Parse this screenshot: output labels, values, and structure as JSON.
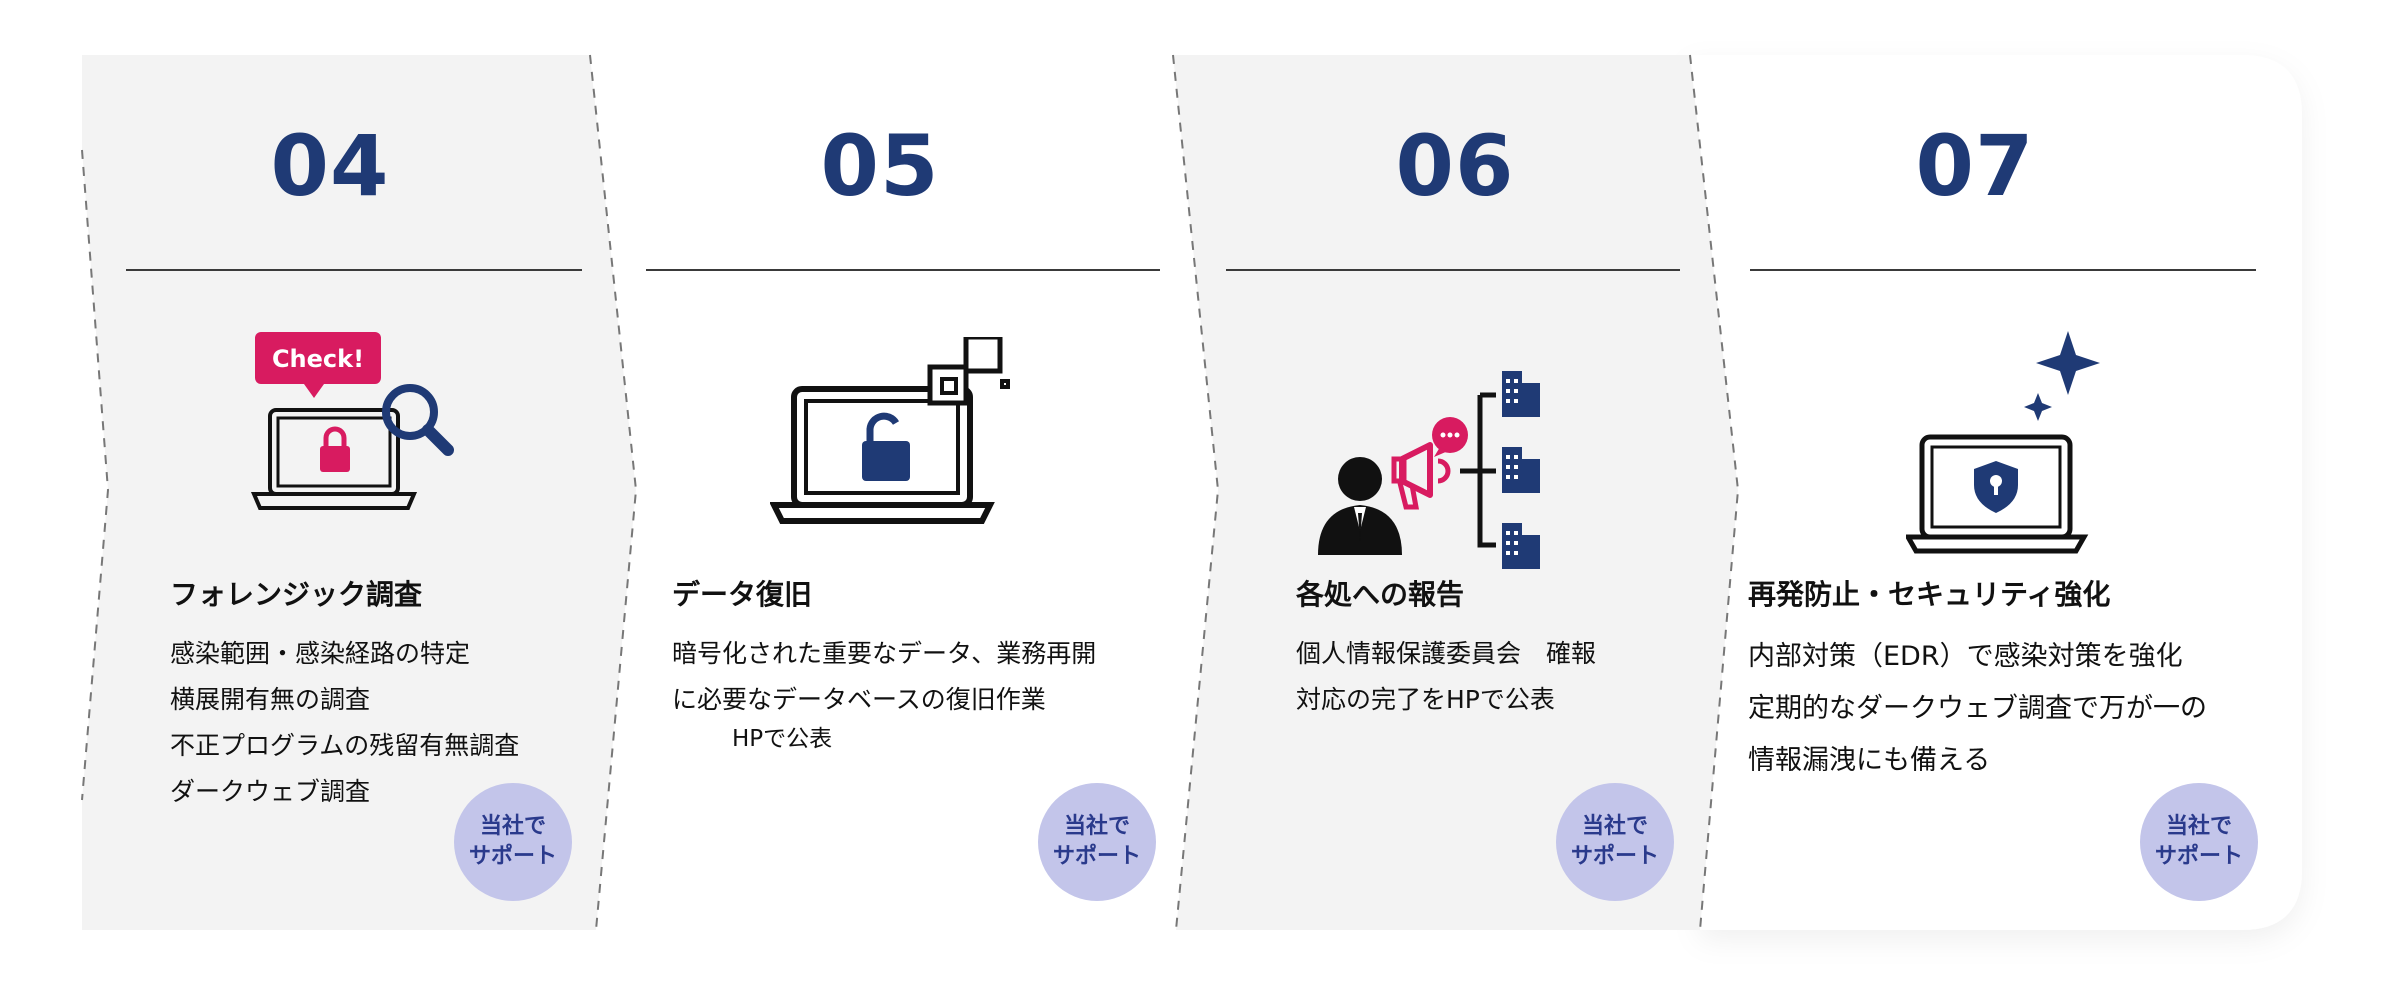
{
  "steps": [
    {
      "number": "04",
      "title": "フォレンジック調査",
      "lines": [
        "感染範囲・感染経路の特定",
        "横展開有無の調査",
        "不正プログラムの残留有無調査",
        "ダークウェブ調査"
      ],
      "badge": [
        "当社で",
        "サポート"
      ],
      "icon": "laptop-lock-check-icon",
      "check_label": "Check!"
    },
    {
      "number": "05",
      "title": "データ復旧",
      "lines": [
        "暗号化された重要なデータ、業務再開",
        "に必要なデータベースの復旧作業"
      ],
      "extra_line": "HPで公表",
      "badge": [
        "当社で",
        "サポート"
      ],
      "icon": "laptop-unlock-icon"
    },
    {
      "number": "06",
      "title": "各処への報告",
      "lines": [
        "個人情報保護委員会　確報",
        "対応の完了をHPで公表"
      ],
      "badge": [
        "当社で",
        "サポート"
      ],
      "icon": "person-megaphone-buildings-icon"
    },
    {
      "number": "07",
      "title": "再発防止・セキュリティ強化",
      "lines": [
        "内部対策（EDR）で感染対策を強化",
        "定期的なダークウェブ調査で万が一の",
        "情報漏洩にも備える"
      ],
      "badge": [
        "当社で",
        "サポート"
      ],
      "icon": "laptop-shield-sparkle-icon"
    }
  ],
  "colors": {
    "accent_navy": "#1f3a75",
    "accent_pink": "#d81b60",
    "badge_bg": "#c3c5ea",
    "card_bg": "#f3f3f3"
  }
}
